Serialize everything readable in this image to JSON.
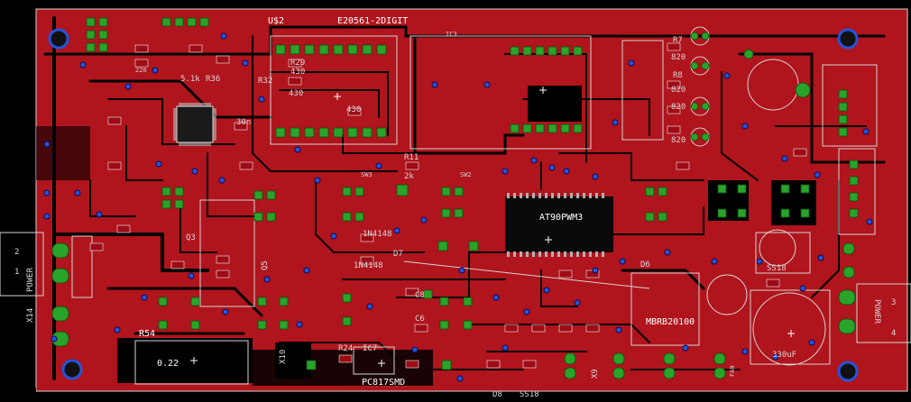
{
  "board": {
    "title": "E20561-2DIGIT",
    "sheet": "U$2",
    "colors": {
      "background": "#000000",
      "copper": "#b0141c",
      "trace": "#000000",
      "pad": "#29a329",
      "via": "#2255dd",
      "silk": "#d4d4d4"
    }
  },
  "labels": {
    "ic_main": "AT90PWM3",
    "ic_diode": "MBRB20100",
    "optocoupler": "PC817SMD",
    "ic7": "IC7",
    "power_left": "POWER",
    "power_right": "POWER",
    "x14": "X14",
    "r54": "R54",
    "r54_value": "0.22",
    "d6": "D6",
    "d7": "D7",
    "d8": "D8",
    "ss18_top": "SS18",
    "ss18_bottom": "SS18",
    "diodes": "1N4148",
    "r11": "R11",
    "r11_value": "2k",
    "r24": "R24",
    "r36": "R36",
    "r36_value": "5.1k",
    "c_330u": "330uF",
    "r_820_a": "820",
    "r_820_b": "820",
    "r_820_c": "820",
    "r_820_d": "820",
    "r7": "R7",
    "r8": "R8",
    "r_430_a": "430",
    "r_430_b": "430",
    "r_430_c": "430",
    "r29": "R29",
    "r32": "R32",
    "c_30n": "30n",
    "c_220": "220",
    "q3": "Q3",
    "q5": "Q5",
    "x9": "X9",
    "x10": "X10",
    "c8": "C8",
    "c6": "C6",
    "fan": "FAN",
    "pin_1": "1",
    "pin_2": "2",
    "pin_3": "3",
    "pin_4": "4",
    "sw2": "SW2",
    "sw3": "SW3",
    "ic3": "IC3"
  }
}
